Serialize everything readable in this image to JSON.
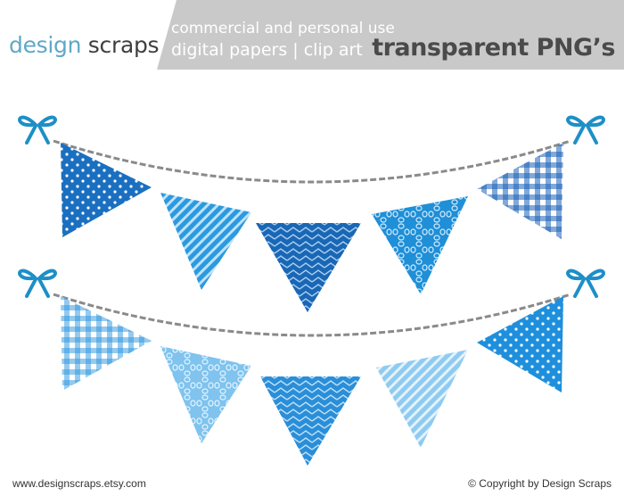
{
  "header": {
    "brand_part1": "design",
    "brand_part2": "scraps",
    "tagline_line1": "commercial and personal use",
    "tagline_line2": "digital papers | clip art",
    "format_label": "transparent PNG’s"
  },
  "footer": {
    "website": "www.designscraps.etsy.com",
    "copyright": "© Copyright by Design Scraps"
  },
  "colors": {
    "header_gray": "#c9c9c9",
    "brand_blue": "#5fa8c7",
    "dark_text": "#4a4a4a",
    "bow_blue": "#1d8fc7",
    "string_gray": "#8a8a8a"
  },
  "garlands": [
    {
      "flags": [
        {
          "pattern": "polka-dots",
          "color": "#1a6fc0"
        },
        {
          "pattern": "stripes",
          "color": "#2b9ae0"
        },
        {
          "pattern": "chevron",
          "color": "#1967b5"
        },
        {
          "pattern": "quatrefoil",
          "color": "#1f8fd8"
        },
        {
          "pattern": "gingham",
          "color": "#1c62b8"
        }
      ]
    },
    {
      "flags": [
        {
          "pattern": "gingham",
          "color": "#2b95dd"
        },
        {
          "pattern": "quatrefoil",
          "color": "#7fc3ee"
        },
        {
          "pattern": "chevron",
          "color": "#2a8ed8"
        },
        {
          "pattern": "stripes",
          "color": "#8fcbf0"
        },
        {
          "pattern": "polka-dots",
          "color": "#1e8fdc"
        }
      ]
    }
  ]
}
